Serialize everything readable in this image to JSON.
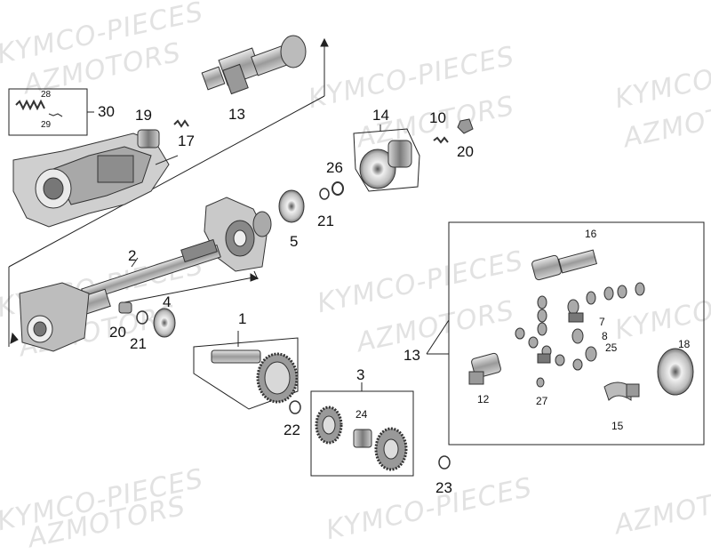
{
  "watermarks": [
    "KYMCO-PIECES",
    "AZMOTORS"
  ],
  "callouts": {
    "c1": "1",
    "c2": "2",
    "c3": "3",
    "c4": "4",
    "c5": "5",
    "c7": "7",
    "c8": "8",
    "c10": "10",
    "c12": "12",
    "c13a": "13",
    "c13b": "13",
    "c14": "14",
    "c15": "15",
    "c16": "16",
    "c17": "17",
    "c18": "18",
    "c19": "19",
    "c20a": "20",
    "c20b": "20",
    "c21a": "21",
    "c21b": "21",
    "c22": "22",
    "c23": "23",
    "c24": "24",
    "c25": "25",
    "c26": "26",
    "c27": "27",
    "c28": "28",
    "c29": "29",
    "c30": "30"
  }
}
